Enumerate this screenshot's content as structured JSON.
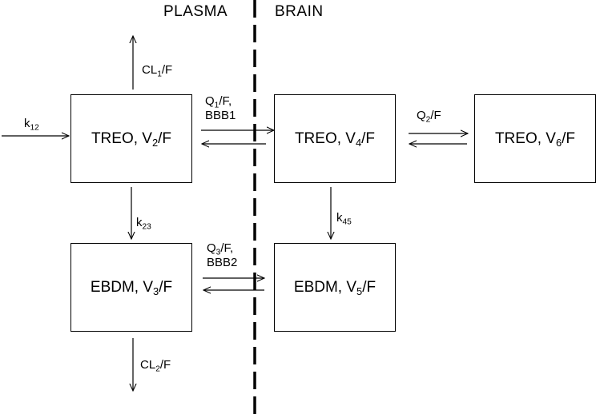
{
  "regions": {
    "left": "PLASMA",
    "right": "BRAIN"
  },
  "boxes": {
    "treo_v2": {
      "name": "TREO, V",
      "sub": "2",
      "suffix": "/F"
    },
    "treo_v4": {
      "name": "TREO, V",
      "sub": "4",
      "suffix": "/F"
    },
    "treo_v6": {
      "name": "TREO, V",
      "sub": "6",
      "suffix": "/F"
    },
    "ebdm_v3": {
      "name": "EBDM, V",
      "sub": "3",
      "suffix": "/F"
    },
    "ebdm_v5": {
      "name": "EBDM, V",
      "sub": "5",
      "suffix": "/F"
    }
  },
  "flows": {
    "k12": {
      "main": "k",
      "sub": "12"
    },
    "cl1": {
      "main": "CL",
      "sub": "1",
      "suffix": "/F"
    },
    "q1": {
      "main": "Q",
      "sub": "1",
      "suffix": "/F,",
      "line2": "BBB1"
    },
    "q2": {
      "main": "Q",
      "sub": "2",
      "suffix": "/F"
    },
    "k23": {
      "main": "k",
      "sub": "23"
    },
    "k45": {
      "main": "k",
      "sub": "45"
    },
    "q3": {
      "main": "Q",
      "sub": "3",
      "suffix": "/F,",
      "line2": "BBB2"
    },
    "cl2": {
      "main": "CL",
      "sub": "2",
      "suffix": "/F"
    }
  }
}
